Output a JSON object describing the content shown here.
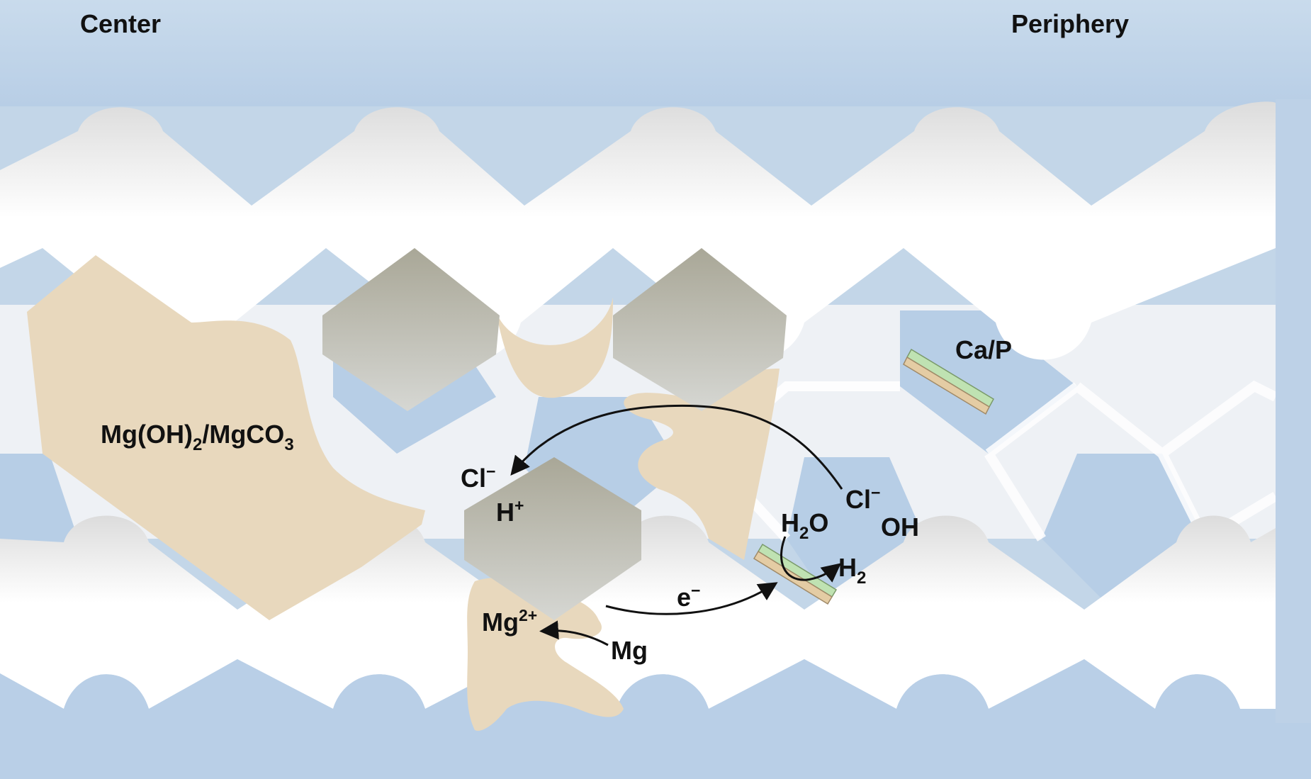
{
  "header": {
    "left_label": "Center",
    "right_label": "Periphery"
  },
  "labels": {
    "corrosion_product": {
      "prefix": "Mg(OH)",
      "sub1": "2",
      "middle": "/MgCO",
      "sub2": "3"
    },
    "ca_p": "Ca/P",
    "cl_left": {
      "base": "Cl",
      "sup": "−"
    },
    "h_plus": {
      "base": "H",
      "sup": "+"
    },
    "mg_ion": {
      "base": "Mg",
      "sup": "2+"
    },
    "mg": "Mg",
    "electron": {
      "base": "e",
      "sup": "−"
    },
    "water": {
      "base": "H",
      "sub": "2",
      "tail": "O"
    },
    "cl_right": {
      "base": "Cl",
      "sup": "−"
    },
    "hydroxide": "OH",
    "hydrogen": {
      "base": "H",
      "sub": "2"
    }
  },
  "colors": {
    "background": "#c3d6e8",
    "scaffold": "#f8f8f8",
    "pore_blue": "#b7cee6",
    "corrosion_tan": "#e8d8bd",
    "magnesium_grain": "#b3b1a6",
    "ca_p_green": "#bfe2b2",
    "arrow": "#111111"
  }
}
